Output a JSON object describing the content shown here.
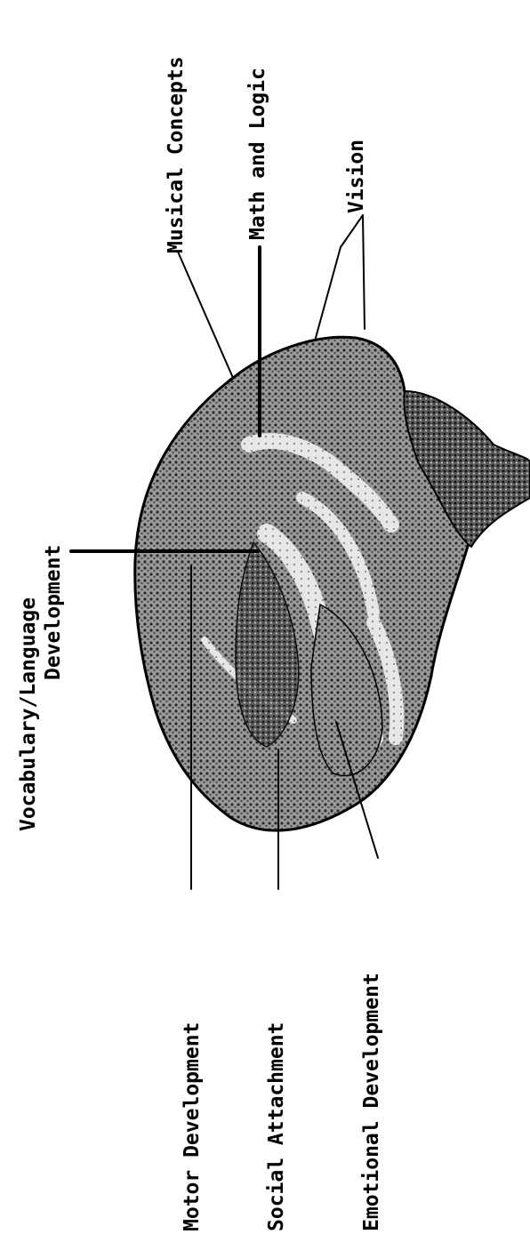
{
  "labels": {
    "vocabulary_line1": "Vocabulary/Language",
    "vocabulary_line2": "Development",
    "musical": "Musical Concepts",
    "math_logic": "Math and Logic",
    "vision": "Vision",
    "motor": "Motor Development",
    "social": "Social Attachment",
    "emotional": "Emotional Development"
  },
  "colors": {
    "ink": "#000000",
    "background": "#ffffff",
    "brain_dark": "#3a3a3a",
    "brain_mid": "#8a8a8a",
    "brain_light": "#d8d8d8"
  }
}
